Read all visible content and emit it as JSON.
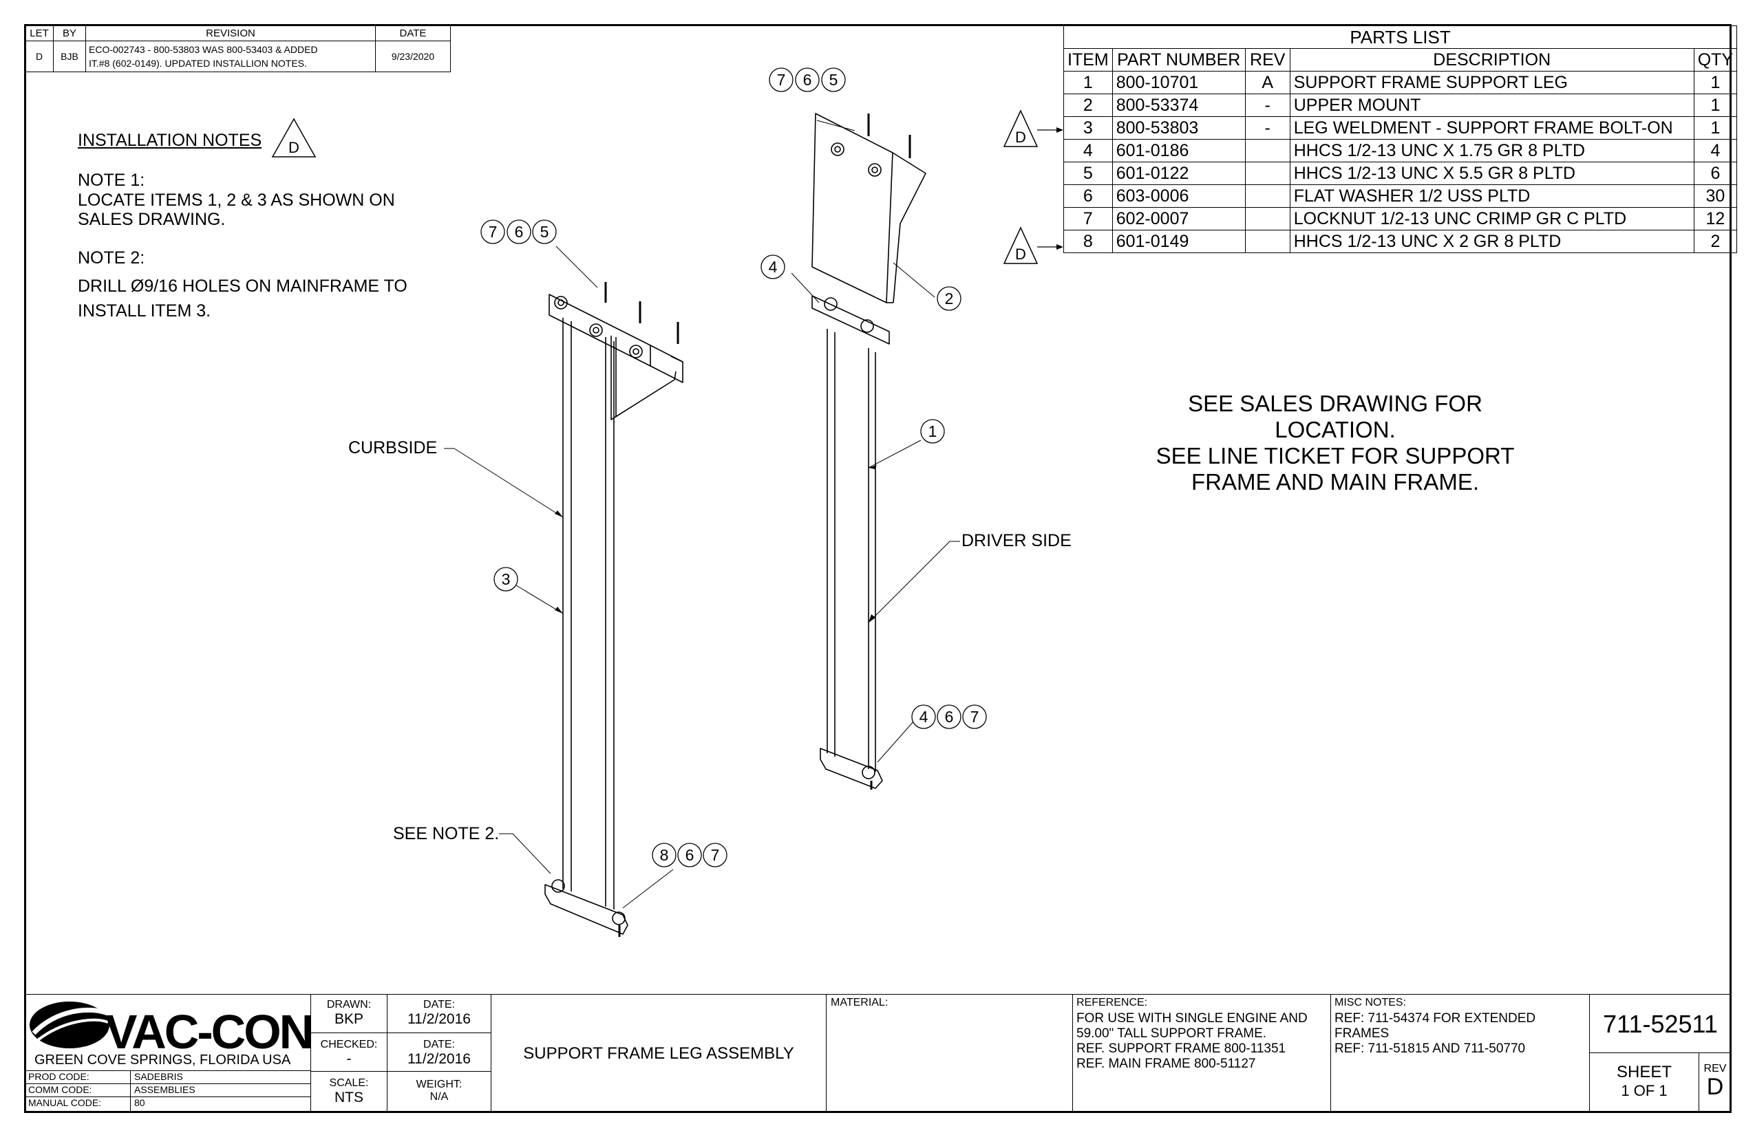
{
  "revision": {
    "headers": [
      "LET",
      "BY",
      "REVISION",
      "DATE"
    ],
    "row": {
      "let": "D",
      "by": "BJB",
      "revision_line1": "ECO-002743 - 800-53803 WAS 800-53403 & ADDED",
      "revision_line2": "IT.#8 (602-0149). UPDATED INSTALLION NOTES.",
      "date": "9/23/2020"
    }
  },
  "parts_list": {
    "title": "PARTS LIST",
    "headers": [
      "ITEM",
      "PART NUMBER",
      "REV",
      "DESCRIPTION",
      "QTY"
    ],
    "rows": [
      {
        "item": "1",
        "part": "800-10701",
        "rev": "A",
        "desc": "SUPPORT FRAME SUPPORT LEG",
        "qty": "1",
        "flag": ""
      },
      {
        "item": "2",
        "part": "800-53374",
        "rev": "-",
        "desc": "UPPER MOUNT",
        "qty": "1",
        "flag": ""
      },
      {
        "item": "3",
        "part": "800-53803",
        "rev": "-",
        "desc": "LEG WELDMENT - SUPPORT FRAME BOLT-ON",
        "qty": "1",
        "flag": "D"
      },
      {
        "item": "4",
        "part": "601-0186",
        "rev": "",
        "desc": "HHCS 1/2-13 UNC X 1.75 GR 8 PLTD",
        "qty": "4",
        "flag": ""
      },
      {
        "item": "5",
        "part": "601-0122",
        "rev": "",
        "desc": "HHCS 1/2-13 UNC X 5.5 GR 8 PLTD",
        "qty": "6",
        "flag": ""
      },
      {
        "item": "6",
        "part": "603-0006",
        "rev": "",
        "desc": "FLAT WASHER 1/2 USS PLTD",
        "qty": "30",
        "flag": ""
      },
      {
        "item": "7",
        "part": "602-0007",
        "rev": "",
        "desc": "LOCKNUT 1/2-13 UNC CRIMP GR C PLTD",
        "qty": "12",
        "flag": ""
      },
      {
        "item": "8",
        "part": "601-0149",
        "rev": "",
        "desc": "HHCS 1/2-13 UNC X 2 GR 8 PLTD",
        "qty": "2",
        "flag": "D"
      }
    ]
  },
  "installation_notes": {
    "heading": "INSTALLATION NOTES",
    "flag": "D",
    "note1_title": "NOTE 1:",
    "note1_line1": "LOCATE ITEMS 1, 2 & 3 AS SHOWN ON",
    "note1_line2": "SALES DRAWING.",
    "note2_title": "NOTE 2:",
    "note2_line1": "DRILL Ø9/16 HOLES ON MAINFRAME TO",
    "note2_line2": "INSTALL ITEM 3."
  },
  "center_note": {
    "line1": "SEE SALES DRAWING FOR",
    "line2": "LOCATION.",
    "line3": "SEE LINE TICKET FOR SUPPORT",
    "line4": "FRAME AND MAIN FRAME."
  },
  "callouts": {
    "curbside": "CURBSIDE",
    "driver_side": "DRIVER SIDE",
    "see_note2": "SEE NOTE 2.",
    "balloons": {
      "top_right": [
        "7",
        "6",
        "5"
      ],
      "top_left": [
        "7",
        "6",
        "5"
      ],
      "item4": "4",
      "item2": "2",
      "item1": "1",
      "item3": "3",
      "bottom_right": [
        "4",
        "6",
        "7"
      ],
      "bottom_left": [
        "8",
        "6",
        "7"
      ]
    }
  },
  "title_block": {
    "logo": "VAC-CON",
    "location": "GREEN COVE SPRINGS, FLORIDA USA",
    "prod_code_label": "PROD CODE:",
    "prod_code": "SADEBRIS",
    "comm_code_label": "COMM CODE:",
    "comm_code": "ASSEMBLIES",
    "manual_code_label": "MANUAL CODE:",
    "manual_code": "80",
    "drawn_label": "DRAWN:",
    "drawn": "BKP",
    "drawn_date_label": "DATE:",
    "drawn_date": "11/2/2016",
    "checked_label": "CHECKED:",
    "checked": "-",
    "checked_date_label": "DATE:",
    "checked_date": "11/2/2016",
    "scale_label": "SCALE:",
    "scale": "NTS",
    "weight_label": "WEIGHT:",
    "weight": "N/A",
    "title": "SUPPORT FRAME LEG ASSEMBLY",
    "material_label": "MATERIAL:",
    "reference_label": "REFERENCE:",
    "reference_line1": "FOR USE WITH SINGLE ENGINE AND",
    "reference_line2": "59.00\" TALL SUPPORT FRAME.",
    "reference_line3": "REF. SUPPORT FRAME 800-11351",
    "reference_line4": "REF. MAIN FRAME 800-51127",
    "misc_label": "MISC NOTES:",
    "misc_line1": "REF: 711-54374 FOR EXTENDED",
    "misc_line2": "FRAMES",
    "misc_line3": "REF: 711-51815 AND 711-50770",
    "drawing_number": "711-52511",
    "sheet_label": "SHEET",
    "sheet": "1 OF 1",
    "rev_label": "REV",
    "rev": "D"
  }
}
